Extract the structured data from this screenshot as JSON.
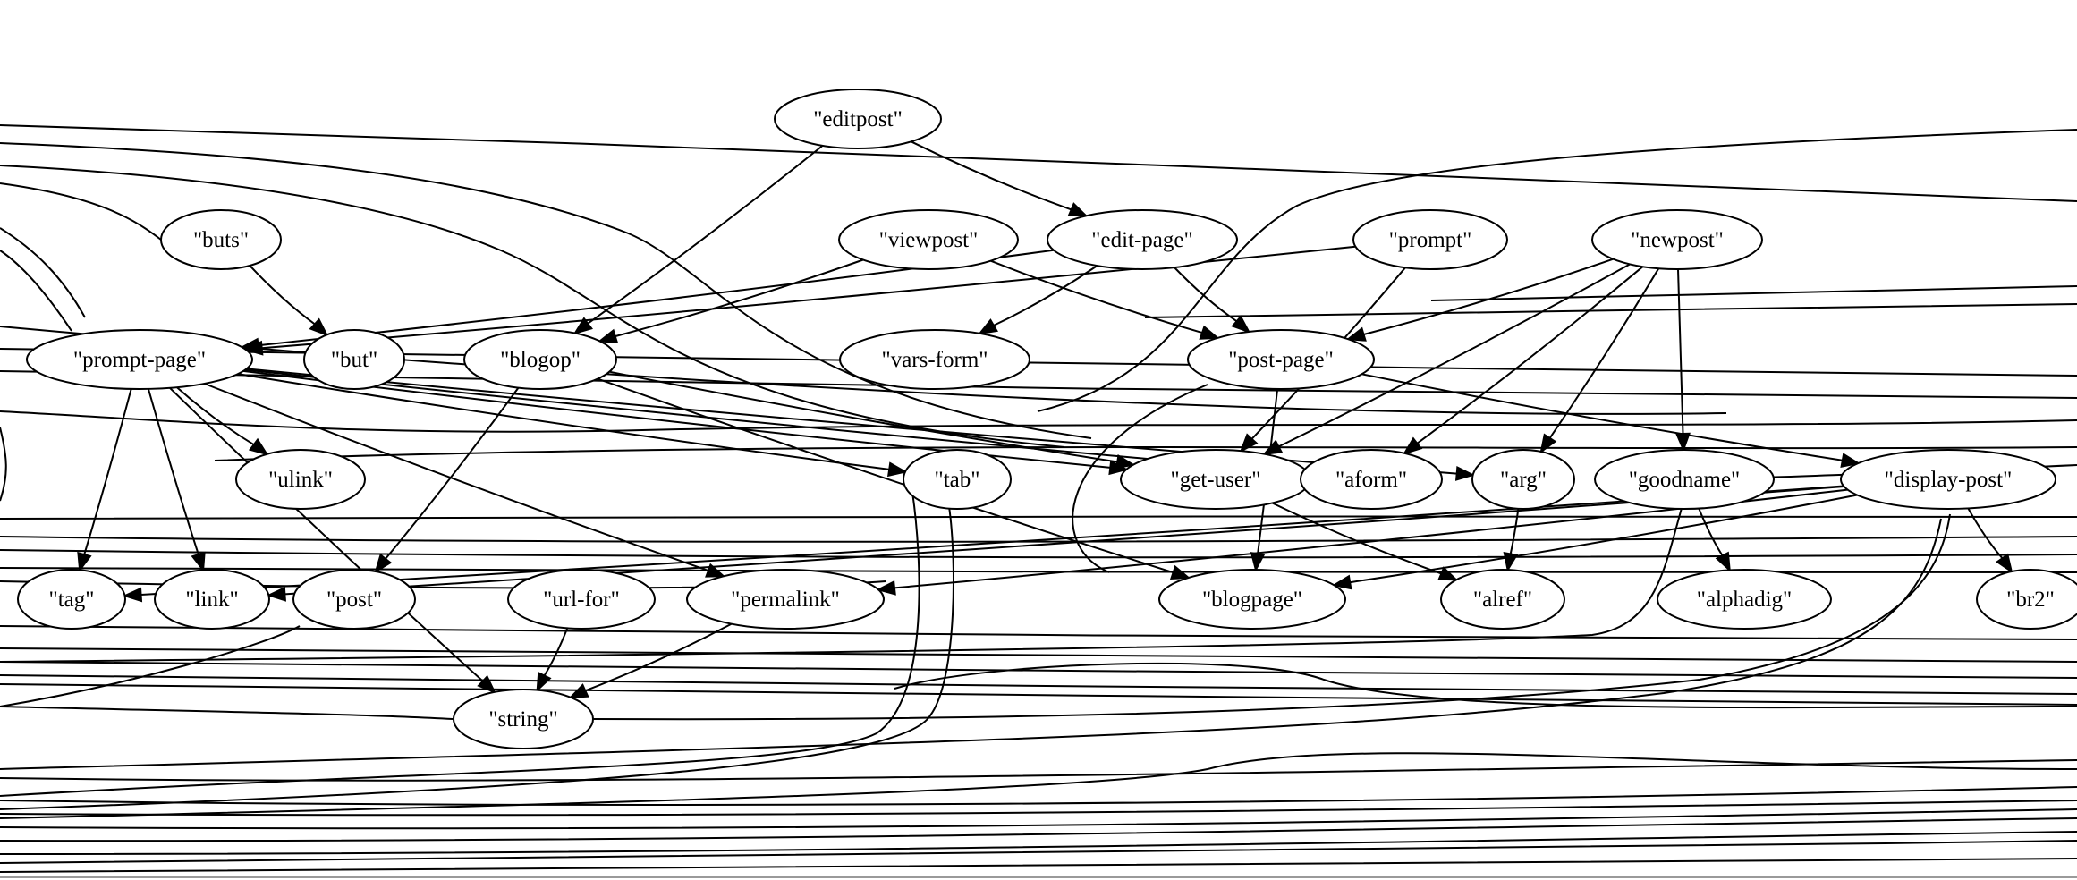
{
  "graph": {
    "nodes": [
      {
        "id": "editpost",
        "label": "\"editpost\""
      },
      {
        "id": "buts",
        "label": "\"buts\""
      },
      {
        "id": "viewpost",
        "label": "\"viewpost\""
      },
      {
        "id": "edit-page",
        "label": "\"edit-page\""
      },
      {
        "id": "prompt",
        "label": "\"prompt\""
      },
      {
        "id": "newpost",
        "label": "\"newpost\""
      },
      {
        "id": "prompt-page",
        "label": "\"prompt-page\""
      },
      {
        "id": "but",
        "label": "\"but\""
      },
      {
        "id": "blogop",
        "label": "\"blogop\""
      },
      {
        "id": "vars-form",
        "label": "\"vars-form\""
      },
      {
        "id": "post-page",
        "label": "\"post-page\""
      },
      {
        "id": "ulink",
        "label": "\"ulink\""
      },
      {
        "id": "tab",
        "label": "\"tab\""
      },
      {
        "id": "get-user",
        "label": "\"get-user\""
      },
      {
        "id": "aform",
        "label": "\"aform\""
      },
      {
        "id": "arg",
        "label": "\"arg\""
      },
      {
        "id": "goodname",
        "label": "\"goodname\""
      },
      {
        "id": "display-post",
        "label": "\"display-post\""
      },
      {
        "id": "tag",
        "label": "\"tag\""
      },
      {
        "id": "link",
        "label": "\"link\""
      },
      {
        "id": "post",
        "label": "\"post\""
      },
      {
        "id": "url-for",
        "label": "\"url-for\""
      },
      {
        "id": "permalink",
        "label": "\"permalink\""
      },
      {
        "id": "blogpage",
        "label": "\"blogpage\""
      },
      {
        "id": "alref",
        "label": "\"alref\""
      },
      {
        "id": "alphadig",
        "label": "\"alphadig\""
      },
      {
        "id": "br2",
        "label": "\"br2\""
      },
      {
        "id": "string",
        "label": "\"string\""
      }
    ],
    "edges": [
      {
        "from": "editpost",
        "to": "edit-page"
      },
      {
        "from": "editpost",
        "to": "blogop"
      },
      {
        "from": "buts",
        "to": "but"
      },
      {
        "from": "viewpost",
        "to": "blogop"
      },
      {
        "from": "viewpost",
        "to": "post-page"
      },
      {
        "from": "edit-page",
        "to": "prompt-page"
      },
      {
        "from": "edit-page",
        "to": "vars-form"
      },
      {
        "from": "edit-page",
        "to": "post-page"
      },
      {
        "from": "prompt",
        "to": "prompt-page"
      },
      {
        "from": "prompt",
        "to": "get-user"
      },
      {
        "from": "newpost",
        "to": "post-page"
      },
      {
        "from": "newpost",
        "to": "get-user"
      },
      {
        "from": "newpost",
        "to": "aform"
      },
      {
        "from": "newpost",
        "to": "arg"
      },
      {
        "from": "newpost",
        "to": "goodname"
      },
      {
        "from": "prompt-page",
        "to": "ulink"
      },
      {
        "from": "prompt-page",
        "to": "tag"
      },
      {
        "from": "prompt-page",
        "to": "link"
      },
      {
        "from": "prompt-page",
        "to": "tab"
      },
      {
        "from": "prompt-page",
        "to": "get-user"
      },
      {
        "from": "prompt-page",
        "to": "aform"
      },
      {
        "from": "prompt-page",
        "to": "arg"
      },
      {
        "from": "prompt-page",
        "to": "permalink"
      },
      {
        "from": "prompt-page",
        "to": "string"
      },
      {
        "from": "blogop",
        "to": "post"
      },
      {
        "from": "blogop",
        "to": "get-user"
      },
      {
        "from": "blogop",
        "to": "blogpage"
      },
      {
        "from": "post-page",
        "to": "blogpage"
      },
      {
        "from": "post-page",
        "to": "display-post"
      },
      {
        "from": "get-user",
        "to": "alref"
      },
      {
        "from": "arg",
        "to": "alref"
      },
      {
        "from": "goodname",
        "to": "alphadig"
      },
      {
        "from": "display-post",
        "to": "br2"
      },
      {
        "from": "display-post",
        "to": "tag"
      },
      {
        "from": "display-post",
        "to": "link"
      },
      {
        "from": "display-post",
        "to": "permalink"
      },
      {
        "from": "display-post",
        "to": "blogpage"
      },
      {
        "from": "url-for",
        "to": "string"
      },
      {
        "from": "permalink",
        "to": "string"
      }
    ]
  }
}
